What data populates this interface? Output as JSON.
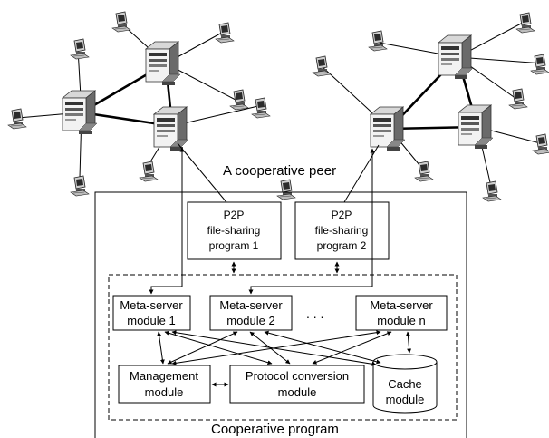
{
  "labels": {
    "cooperative_peer": "A cooperative peer",
    "cooperative_program": "Cooperative program",
    "ellipsis": ". . ."
  },
  "p2p_programs": [
    {
      "line1": "P2P",
      "line2": "file-sharing",
      "line3": "program 1"
    },
    {
      "line1": "P2P",
      "line2": "file-sharing",
      "line3": "program 2"
    }
  ],
  "meta_servers": [
    {
      "line1": "Meta-server",
      "line2": "module 1"
    },
    {
      "line1": "Meta-server",
      "line2": "module 2"
    },
    {
      "line1": "Meta-server",
      "line2": "module n"
    }
  ],
  "management": {
    "line1": "Management",
    "line2": "module"
  },
  "protocol": {
    "line1": "Protocol conversion",
    "line2": "module"
  },
  "cache": {
    "line1": "Cache",
    "line2": "module"
  },
  "icons": {
    "server": "server-tower-icon",
    "client": "desktop-computer-icon"
  }
}
